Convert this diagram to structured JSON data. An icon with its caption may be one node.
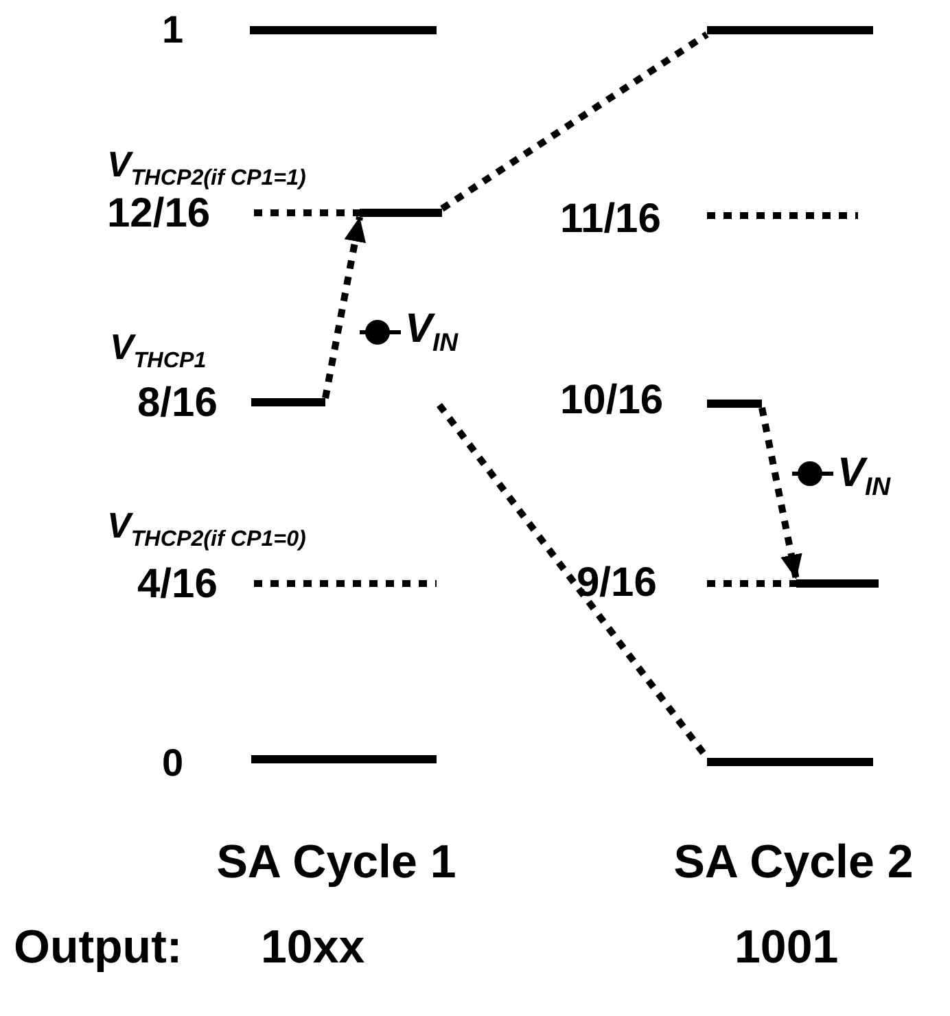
{
  "diagram": {
    "nodes": [
      {
        "text": [],
        "shape": "bar"
      },
      {
        "text": [],
        "shape": "bar"
      },
      {
        "text": [],
        "shape": "bar"
      },
      {
        "text": [],
        "shape": "bar"
      },
      {
        "text": [],
        "shape": "bar"
      },
      {
        "text": [],
        "shape": "bar"
      },
      {
        "text": [],
        "shape": "bar"
      },
      {
        "text": [],
        "shape": "bar"
      }
    ],
    "edges": [
      {
        "from": 2,
        "to": 1,
        "arrow": "none",
        "style": "dashed"
      },
      {
        "from": 3,
        "to": 2,
        "arrow": "to",
        "style": "dashed"
      },
      {
        "from": null,
        "to": 7,
        "arrow": "none",
        "style": "dashed"
      },
      {
        "from": 4,
        "to": 5,
        "arrow": "to",
        "style": "dashed"
      }
    ],
    "labels": [
      "1",
      "V$_{THCP2(if CP1=1)}$",
      "12/16",
      "11/16",
      "V$_{THCP1}$",
      "V$_{IN}$",
      "8/16",
      "10/16",
      "V$_{IN}$",
      "V$_{THCP2(if CP1=0)}$",
      "4/16",
      "9/16",
      "0",
      "SA Cycle 1",
      "SA Cycle 2",
      "Output:",
      "10xx",
      "1001"
    ]
  }
}
